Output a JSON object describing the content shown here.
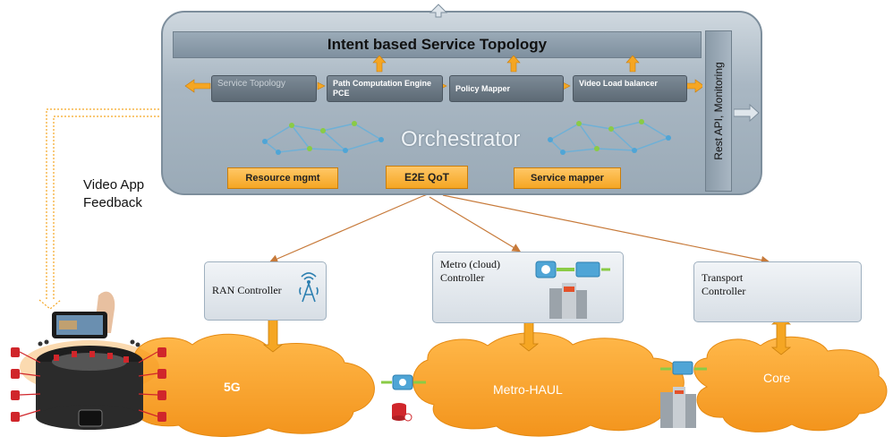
{
  "orchestrator": {
    "title": "Intent based Service Topology",
    "label": "Orchestrator",
    "side_label": "Rest API, Monitoring",
    "modules": [
      {
        "label": "Service Topology"
      },
      {
        "label": "Path Computation Engine PCE"
      },
      {
        "label": "Policy Mapper"
      },
      {
        "label": "Video Load balancer"
      }
    ],
    "bottom_boxes": [
      {
        "label": "Resource mgmt"
      },
      {
        "label": "E2E QoT"
      },
      {
        "label": "Service mapper"
      }
    ]
  },
  "feedback_label": "Video App Feedback",
  "controllers": {
    "ran": "RAN Controller",
    "metro": "Metro (cloud) Controller",
    "transport": "Transport Controller"
  },
  "clouds": {
    "fiveg": "5G",
    "metro": "Metro-HAUL",
    "core": "Core"
  },
  "colors": {
    "orange": "#f5a623",
    "cloud_orange": "#f8a531",
    "orchestrator_grey": "#a9b7c3",
    "module_grey": "#6b7883",
    "controller_bg": "#e6ebf0",
    "feedback_dotted": "#f5a623",
    "link_brown": "#c77a3a"
  },
  "icons": [
    "wifi-tower-icon",
    "cloud-node-icon",
    "server-rack-icon",
    "switch-chip-icon",
    "database-icon",
    "smartphone-icon",
    "stadium-icon"
  ]
}
